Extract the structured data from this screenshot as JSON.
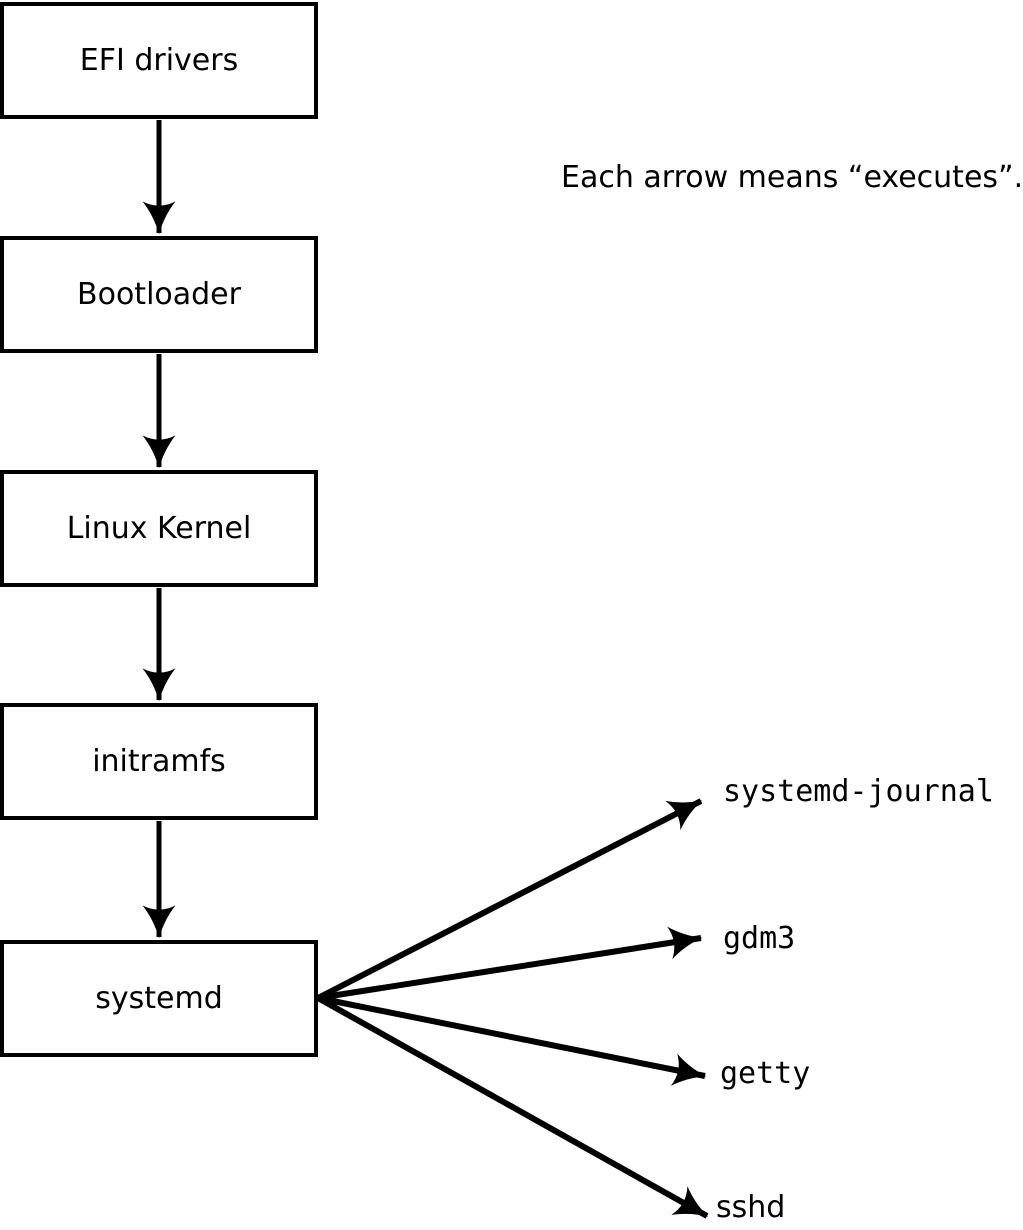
{
  "caption": "Each arrow means “executes”.",
  "boxes": [
    {
      "id": "efi-drivers",
      "label": "EFI drivers"
    },
    {
      "id": "bootloader",
      "label": "Bootloader"
    },
    {
      "id": "linux-kernel",
      "label": "Linux Kernel"
    },
    {
      "id": "initramfs",
      "label": "initramfs"
    },
    {
      "id": "systemd",
      "label": "systemd"
    }
  ],
  "targets": [
    {
      "id": "systemd-journal",
      "label": "systemd-journal"
    },
    {
      "id": "gdm3",
      "label": "gdm3"
    },
    {
      "id": "getty",
      "label": "getty"
    },
    {
      "id": "sshd",
      "label": "sshd"
    }
  ],
  "arrow_meaning": "executes",
  "colors": {
    "stroke": "#000000",
    "background": "#ffffff"
  }
}
